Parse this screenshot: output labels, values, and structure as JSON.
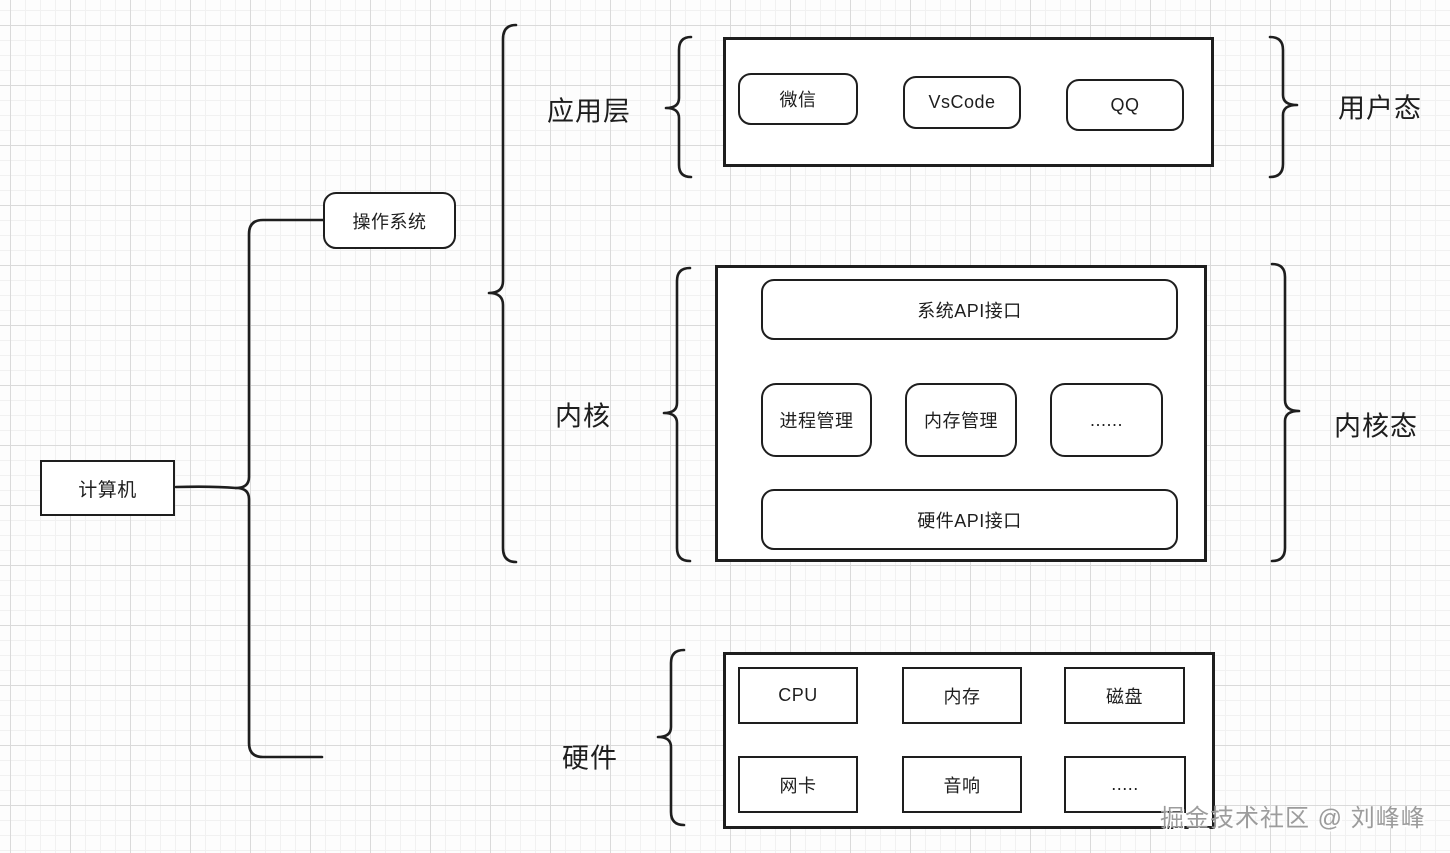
{
  "diagram": {
    "root_node": {
      "label": "计算机"
    },
    "os_node": {
      "label": "操作系统"
    },
    "application_section": {
      "layer_label": "应用层",
      "mode_label": "用户态",
      "apps": [
        "微信",
        "VsCode",
        "QQ"
      ]
    },
    "kernel_section": {
      "layer_label": "内核",
      "mode_label": "内核态",
      "system_api_label": "系统API接口",
      "modules": [
        "进程管理",
        "内存管理",
        "......"
      ],
      "hardware_api_label": "硬件API接口"
    },
    "hardware_section": {
      "layer_label": "硬件",
      "items_row1": [
        "CPU",
        "内存",
        "磁盘"
      ],
      "items_row2": [
        "网卡",
        "音响",
        "....."
      ]
    },
    "watermark": "掘金技术社区 @ 刘峰峰",
    "colors": {
      "stroke": "#1e1e1e",
      "background": "#fdfdfd",
      "grid_minor": "#f1f1f1",
      "grid_major": "#dadada",
      "watermark": "#9c9c9c"
    }
  }
}
